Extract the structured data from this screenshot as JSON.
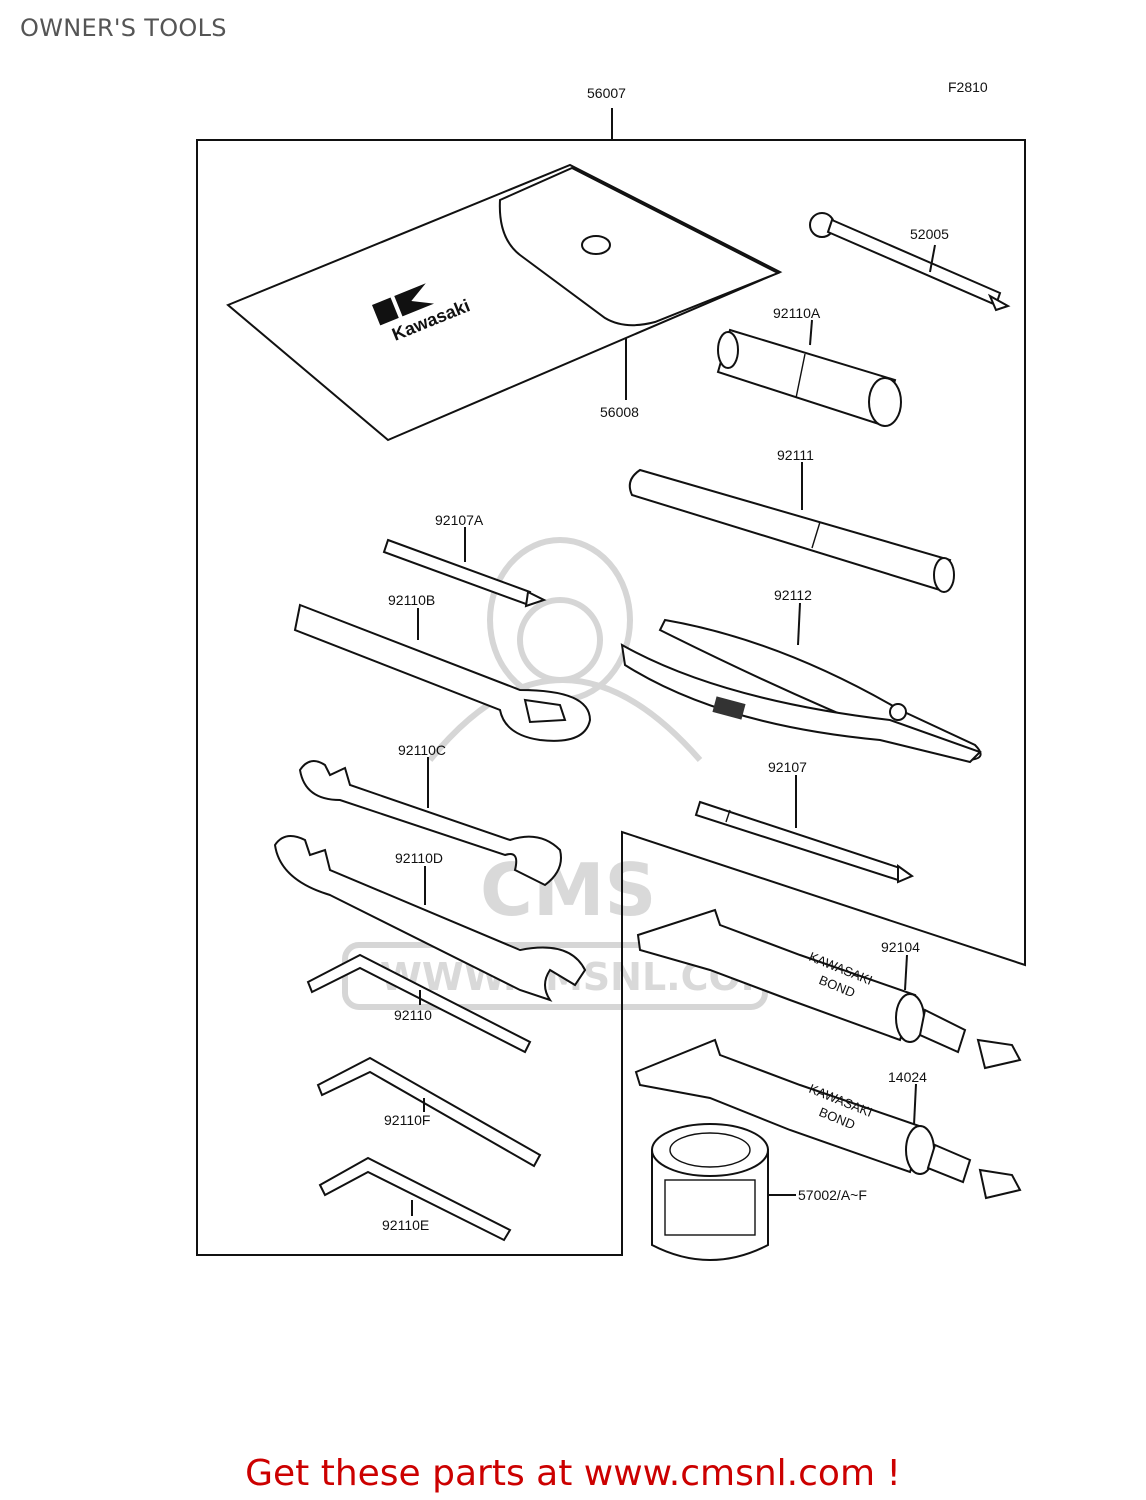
{
  "page": {
    "title": "OWNER'S TOOLS",
    "figure_code": "F2810",
    "footer": "Get these parts at www.cmsnl.com !"
  },
  "parts": [
    {
      "no": "56007"
    },
    {
      "no": "52005"
    },
    {
      "no": "92110A"
    },
    {
      "no": "56008"
    },
    {
      "no": "92111"
    },
    {
      "no": "92107A"
    },
    {
      "no": "92110B"
    },
    {
      "no": "92112"
    },
    {
      "no": "92110C"
    },
    {
      "no": "92107"
    },
    {
      "no": "92110D"
    },
    {
      "no": "92104"
    },
    {
      "no": "92110"
    },
    {
      "no": "14024"
    },
    {
      "no": "92110F"
    },
    {
      "no": "57002/A~F"
    },
    {
      "no": "92110E"
    }
  ],
  "art": {
    "pouch_brand": "Kawasaki",
    "tube_text_1": "KAWASAKI",
    "tube_text_2": "BOND"
  },
  "watermark": {
    "brand": "CMS",
    "url": "WWW.CMSNL.COM"
  }
}
